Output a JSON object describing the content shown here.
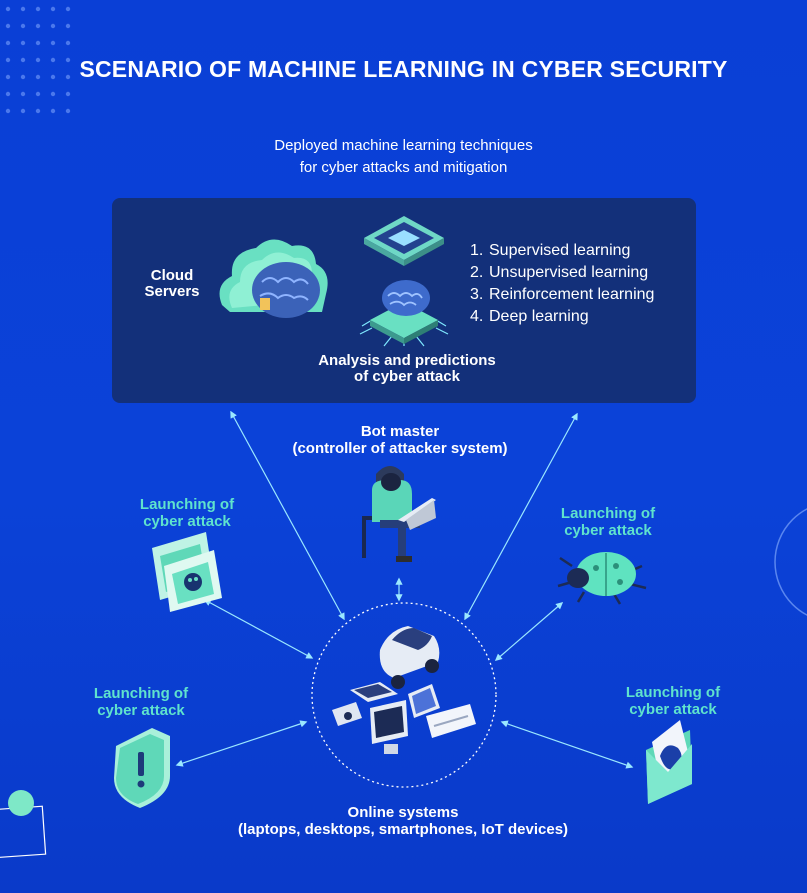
{
  "title": "SCENARIO OF MACHINE LEARNING IN CYBER SECURITY",
  "subtitle": {
    "line1": "Deployed machine learning techniques",
    "line2": "for cyber attacks and mitigation"
  },
  "panel": {
    "cloud_label": {
      "line1": "Cloud",
      "line2": "Servers"
    },
    "analysis_label": {
      "line1": "Analysis and predictions",
      "line2": "of cyber attack"
    },
    "techniques": [
      {
        "num": "1.",
        "label": "Supervised learning"
      },
      {
        "num": "2.",
        "label": "Unsupervised learning"
      },
      {
        "num": "3.",
        "label": "Reinforcement learning"
      },
      {
        "num": "4.",
        "label": "Deep learning"
      }
    ]
  },
  "bot_master": {
    "line1": "Bot master",
    "line2": "(controller of attacker system)"
  },
  "launch_label": {
    "line1": "Launching of",
    "line2": "cyber attack"
  },
  "online_systems": {
    "line1": "Online systems",
    "line2": "(laptops, desktops, smartphones, IoT devices)"
  },
  "colors": {
    "background": "#0a3fd6",
    "panel": "#13307a",
    "accent": "#5fe3cd",
    "text": "#ffffff"
  },
  "icons": [
    "cloud-brain-icon",
    "processor-chip-icon",
    "chip-brain-icon",
    "hacker-icon",
    "money-skull-icon",
    "beetle-bug-icon",
    "shield-warning-icon",
    "email-virus-icon",
    "devices-cluster-icon"
  ]
}
